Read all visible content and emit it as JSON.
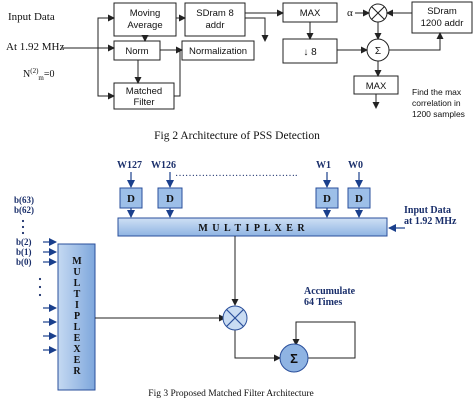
{
  "fig2": {
    "input_data_label": "Input Data",
    "input_rate_label": "At 1.92 MHz",
    "n_init_base": "N",
    "n_init_sup": "(2)",
    "n_init_sub": "m",
    "n_init_rest": "=0",
    "moving_average_line1": "Moving",
    "moving_average_line2": "Average",
    "norm": "Norm",
    "sdram8_line1": "SDram 8",
    "sdram8_line2": "addr",
    "normalization": "Normalization",
    "matched_filter_line1": "Matched",
    "matched_filter_line2": "Filter",
    "max_top": "MAX",
    "downsample": "↓ 8",
    "alpha": "α",
    "sdram1200_line1": "SDram",
    "sdram1200_line2": "1200 addr",
    "sigma": "Σ",
    "max_bottom": "MAX",
    "note_line1": "Find the max",
    "note_line2": "correlation in",
    "note_line3": "1200 samples",
    "caption": "Fig 2 Architecture of PSS Detection"
  },
  "fig3": {
    "weights": [
      "W127",
      "W126",
      "W1",
      "W0"
    ],
    "ellipsis": "……………………………….",
    "delay": "D",
    "mux_h": "M U L T I P L X E R",
    "input_line1": "Input  Data",
    "input_line2": "at 1.92 MHz",
    "bits": [
      "b(63)",
      "b(62)",
      "b(2)",
      "b(1)",
      "b(0)"
    ],
    "mux_v": [
      "M",
      "U",
      "L",
      "T",
      "I",
      "P",
      "L",
      "E",
      "X",
      "E",
      "R"
    ],
    "accumulate_line1": "Accumulate",
    "accumulate_line2": "64 Times",
    "sigma": "Σ",
    "caption": "Fig 3 Proposed Matched Filter Architecture"
  }
}
